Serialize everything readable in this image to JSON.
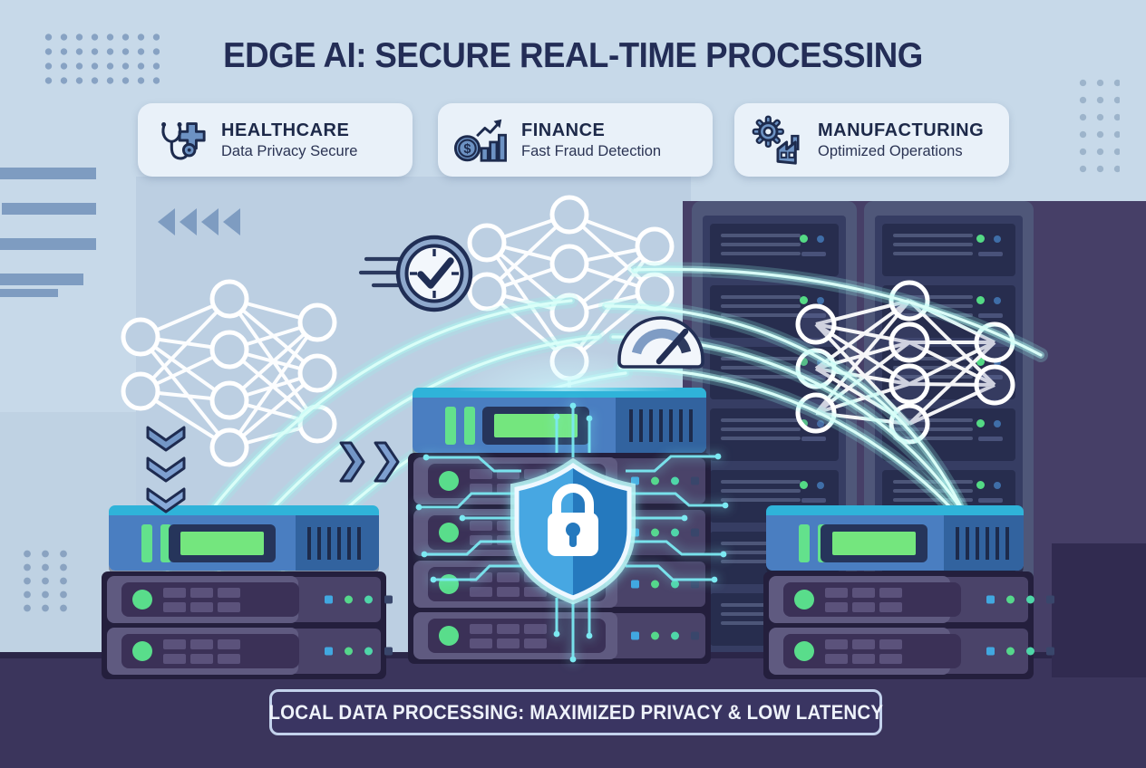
{
  "title": {
    "bold": "EDGE AI:",
    "rest": "SECURE REAL-TIME PROCESSING"
  },
  "cards": [
    {
      "id": "healthcare",
      "icon": "stethoscope-cross-icon",
      "title": "HEALTHCARE",
      "subtitle": "Data Privacy Secure"
    },
    {
      "id": "finance",
      "icon": "coin-bar-chart-icon",
      "title": "FINANCE",
      "subtitle": "Fast Fraud Detection"
    },
    {
      "id": "manufacturing",
      "icon": "gear-factory-icon",
      "title": "MANUFACTURING",
      "subtitle": "Optimized Operations"
    }
  ],
  "banner": {
    "label": "LOCAL DATA PROCESSING: MAXIMIZED PRIVACY & LOW LATENCY"
  },
  "icons": {
    "coin_symbol": "$",
    "security": "shield-lock-icon",
    "speed": "clock-checkmark-icon",
    "performance": "gauge-icon",
    "flow_left": "left-triangles-icon",
    "flow_down": "down-chevrons-icon",
    "flow_right": "right-chevrons-icon"
  },
  "colors": {
    "background": "#c7d9e9",
    "panel": "#bccfe2",
    "title_text": "#232d56",
    "card_background": "#e9f1f9",
    "icon_blue": "#6d92c3",
    "server_blue": "#4a7ec1",
    "cyan_glow": "#8df2e6",
    "dark_purple": "#463f67",
    "floor": "#3b355c",
    "green_led": "#5fdf8c",
    "shield_blue": "#2f86c8",
    "banner_border": "#c3d2ec",
    "banner_background": "#3a3562",
    "banner_text": "#eef2fa"
  }
}
